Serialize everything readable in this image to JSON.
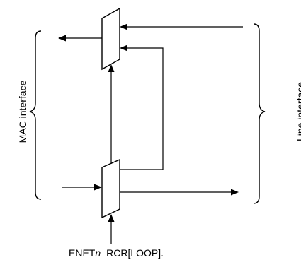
{
  "labels": {
    "left_side": "MAC interface",
    "right_side": "Line interface",
    "control_prefix": "ENET",
    "control_index": "n",
    "control_suffix": "RCR[LOOP]."
  }
}
